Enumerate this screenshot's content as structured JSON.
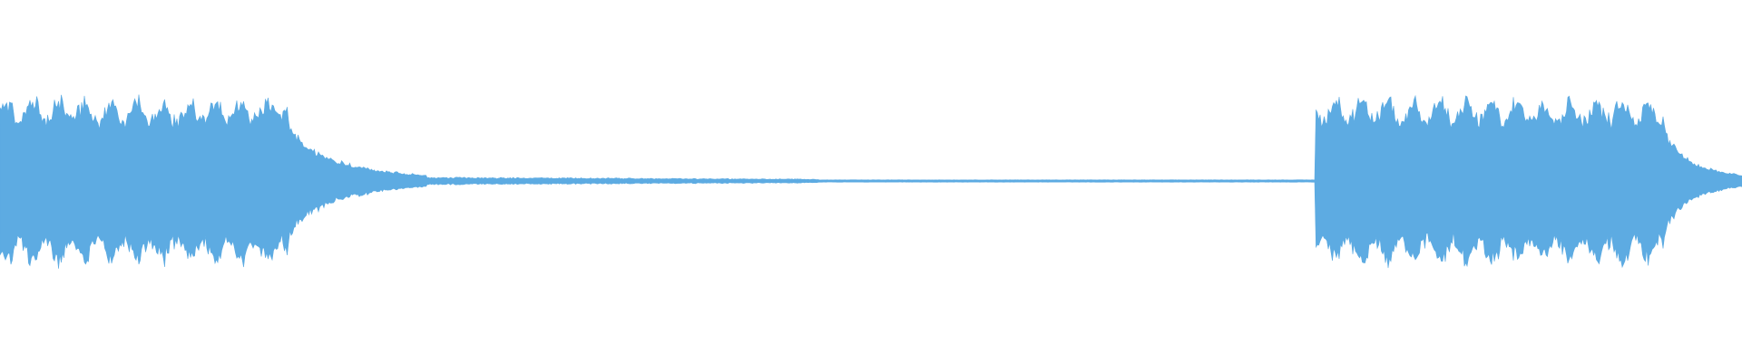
{
  "waveform": {
    "color": "#5dabe2",
    "background": "#ffffff",
    "segments": [
      {
        "kind": "burst",
        "from": 0.0,
        "to": 0.165,
        "level": 0.43
      },
      {
        "kind": "decay",
        "from": 0.165,
        "to": 0.245,
        "level_start": 0.34,
        "level_end": 0.03
      },
      {
        "kind": "tail",
        "from": 0.245,
        "to": 0.47,
        "level": 0.018
      },
      {
        "kind": "fade",
        "from": 0.47,
        "to": 0.755,
        "level": 0.006
      },
      {
        "kind": "burst",
        "from": 0.755,
        "to": 0.955,
        "level": 0.43
      },
      {
        "kind": "decay",
        "from": 0.955,
        "to": 1.0,
        "level_start": 0.34,
        "level_end": 0.03
      }
    ]
  }
}
